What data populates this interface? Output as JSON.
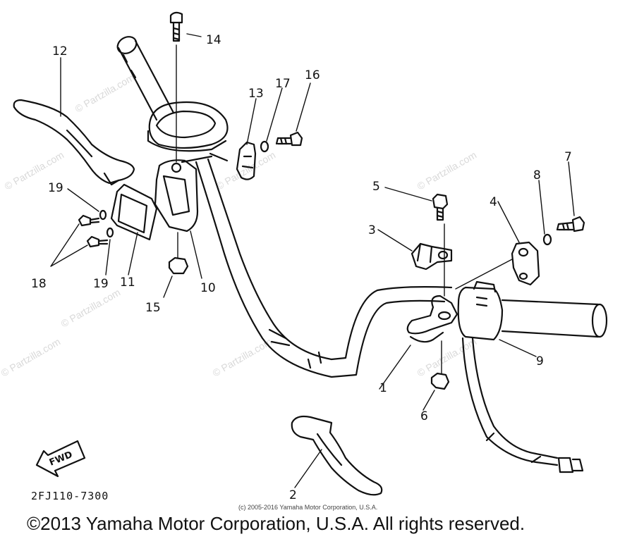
{
  "diagram": {
    "callouts": [
      "1",
      "2",
      "3",
      "4",
      "5",
      "6",
      "7",
      "8",
      "9",
      "10",
      "11",
      "12",
      "13",
      "14",
      "15",
      "16",
      "17",
      "18",
      "19",
      "19"
    ],
    "fwd_label": "FWD",
    "part_code": "2FJ110-7300",
    "watermark_text": "© Partzilla.com",
    "small_copyright": "(c) 2005-2016 Yamaha Motor Corporation, U.S.A.",
    "main_copyright": "©2013 Yamaha Motor Corporation, U.S.A. All rights reserved."
  },
  "colors": {
    "line": "#111111",
    "watermark": "#d9d9d9",
    "background": "#ffffff"
  }
}
